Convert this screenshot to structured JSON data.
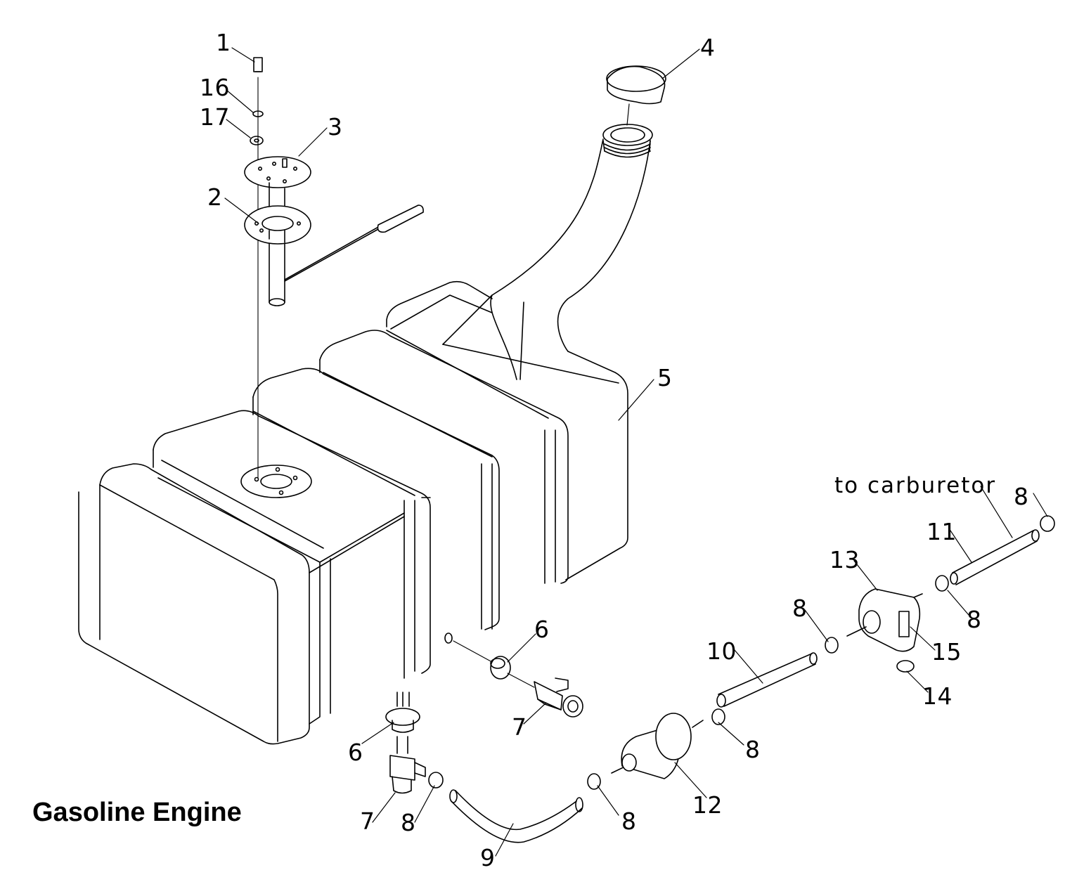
{
  "title": "Gasoline Engine",
  "note": "to carburetor",
  "callouts": {
    "c1": "1",
    "c2": "2",
    "c3": "3",
    "c4": "4",
    "c5": "5",
    "c6a": "6",
    "c6b": "6",
    "c7a": "7",
    "c7b": "7",
    "c8a": "8",
    "c8b": "8",
    "c8c": "8",
    "c8d": "8",
    "c8e": "8",
    "c8f": "8",
    "c9": "9",
    "c10": "10",
    "c11": "11",
    "c12": "12",
    "c13": "13",
    "c14": "14",
    "c15": "15",
    "c16": "16",
    "c17": "17"
  }
}
